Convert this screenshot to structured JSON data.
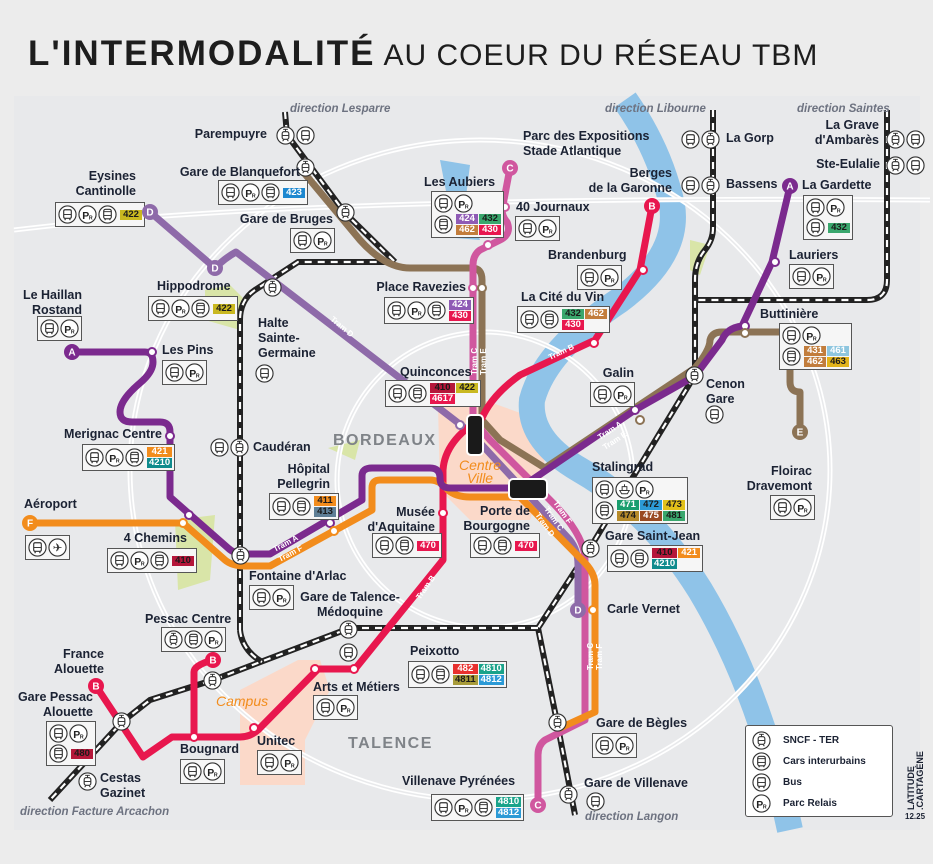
{
  "title": {
    "bold": "L'INTERMODALITÉ",
    "rest": "AU COEUR DU RÉSEAU TBM"
  },
  "directions": [
    "direction Lesparre",
    "direction Libourne",
    "direction Saintes",
    "direction Facture Arcachon",
    "direction Langon"
  ],
  "areas": {
    "bordeaux": "BORDEAUX",
    "talence": "TALENCE",
    "campus": "Campus",
    "centre": "Centre\nVille"
  },
  "tram_lines": [
    {
      "letter": "A",
      "label": "Tram A",
      "color": "#7b2a8e"
    },
    {
      "letter": "B",
      "label": "Tram B",
      "color": "#e8174e"
    },
    {
      "letter": "C",
      "label": "Tram C",
      "color": "#d0579f"
    },
    {
      "letter": "D",
      "label": "Tram D",
      "color": "#8e6aa9"
    },
    {
      "letter": "E",
      "label": "Tram E",
      "color": "#8c7355"
    },
    {
      "letter": "F",
      "label": "Tram F",
      "color": "#f28c1c"
    }
  ],
  "badge_colors": {
    "410": [
      "#b5173a",
      "#1a1a1a"
    ],
    "411": [
      "#f28c1c",
      "#1a1a1a"
    ],
    "413": [
      "#5f7f96",
      "#1a1a1a"
    ],
    "421": [
      "#f28c1c",
      "#ffffff"
    ],
    "4210": [
      "#0f8b8d",
      "#ffffff"
    ],
    "422": [
      "#c9b820",
      "#1a1a1a"
    ],
    "423": [
      "#1e88d0",
      "#ffffff"
    ],
    "424": [
      "#8f5bb5",
      "#ffffff"
    ],
    "430": [
      "#e8174e",
      "#ffffff"
    ],
    "431": [
      "#c27d3c",
      "#ffffff"
    ],
    "432": [
      "#3aa76d",
      "#1a1a1a"
    ],
    "461": [
      "#8ec6df",
      "#ffffff"
    ],
    "462": [
      "#c27d3c",
      "#ffffff"
    ],
    "463": [
      "#e2b31a",
      "#1a1a1a"
    ],
    "470": [
      "#e8174e",
      "#ffffff"
    ],
    "471": [
      "#1a9e6e",
      "#ffffff"
    ],
    "472": [
      "#2c9ad6",
      "#1a1a1a"
    ],
    "473": [
      "#e2c11a",
      "#1a1a1a"
    ],
    "474": [
      "#b68a2a",
      "#1a1a1a"
    ],
    "475": [
      "#9a4a22",
      "#ffffff"
    ],
    "481": [
      "#3aa76d",
      "#1a1a1a"
    ],
    "482": [
      "#e8302e",
      "#ffffff"
    ],
    "4810": [
      "#1aa38a",
      "#ffffff"
    ],
    "4811": [
      "#a89c3a",
      "#1a1a1a"
    ],
    "4812": [
      "#2c9ad6",
      "#ffffff"
    ],
    "480": [
      "#b5173a",
      "#1a1a1a"
    ],
    "4617": [
      "#e8174e",
      "#ffffff"
    ]
  },
  "stations": [
    {
      "name": "Parempuyre",
      "icons": [
        "train",
        "bus"
      ]
    },
    {
      "name": "Gare de Blanquefort",
      "box": [
        [
          "bus",
          "pr",
          "car",
          [
            "423"
          ]
        ]
      ]
    },
    {
      "name": "Gare de Bruges",
      "box": [
        [
          "bus",
          "pr"
        ]
      ]
    },
    {
      "name": "Eysines\nCantinolle",
      "box": [
        [
          "bus",
          "pr",
          "car",
          [
            "422"
          ]
        ]
      ]
    },
    {
      "name": "Hippodrome",
      "box": [
        [
          "bus",
          "pr",
          "car",
          [
            "422"
          ]
        ]
      ]
    },
    {
      "name": "Halte\nSainte-\nGermaine",
      "icons": [
        "bus"
      ]
    },
    {
      "name": "Le Haillan\nRostand",
      "box": [
        [
          "bus",
          "pr"
        ]
      ]
    },
    {
      "name": "Les Pins",
      "box": [
        [
          "bus",
          "pr"
        ]
      ]
    },
    {
      "name": "Merignac Centre",
      "box": [
        [
          "bus",
          "pr",
          "car",
          [
            "421",
            "4210"
          ]
        ]
      ]
    },
    {
      "name": "Caudéran",
      "icons": [
        "bus",
        "train"
      ]
    },
    {
      "name": "Hôpital\nPellegrin",
      "box": [
        [
          "bus",
          "car",
          [
            "411",
            "413"
          ]
        ]
      ]
    },
    {
      "name": "Aéroport",
      "box": [
        [
          "bus",
          "plane"
        ]
      ]
    },
    {
      "name": "4 Chemins",
      "box": [
        [
          "bus",
          "pr",
          "car",
          [
            "410"
          ]
        ]
      ]
    },
    {
      "name": "Fontaine d'Arlac",
      "box": [
        [
          "bus",
          "pr"
        ]
      ]
    },
    {
      "name": "Gare de Talence-\nMédoquine",
      "icons": [
        "train",
        "bus"
      ]
    },
    {
      "name": "Pessac Centre",
      "box": [
        [
          "train",
          "car",
          "pr"
        ]
      ]
    },
    {
      "name": "France\nAlouette"
    },
    {
      "name": "Gare Pessac\nAlouette",
      "box": [
        [
          "bus",
          "pr"
        ],
        [
          "car",
          [
            "480"
          ]
        ]
      ]
    },
    {
      "name": "Cestas\nGazinet",
      "icons": [
        "train"
      ]
    },
    {
      "name": "Bougnard",
      "box": [
        [
          "bus",
          "pr"
        ]
      ]
    },
    {
      "name": "Unitec",
      "box": [
        [
          "bus",
          "pr"
        ]
      ]
    },
    {
      "name": "Arts et Métiers",
      "box": [
        [
          "bus",
          "pr"
        ]
      ]
    },
    {
      "name": "Peixotto",
      "box": [
        [
          "bus",
          "car",
          [
            "482",
            "4810",
            "4811",
            "4812"
          ]
        ]
      ]
    },
    {
      "name": "Villenave Pyrénées",
      "box": [
        [
          "bus",
          "pr",
          "car",
          [
            "4810",
            "4812"
          ]
        ]
      ]
    },
    {
      "name": "Gare de Bègles",
      "box": [
        [
          "bus",
          "pr"
        ]
      ]
    },
    {
      "name": "Gare de Villenave",
      "icons": [
        "bus"
      ]
    },
    {
      "name": "Carle Vernet"
    },
    {
      "name": "Gare Saint-Jean",
      "box": [
        [
          "bus",
          "car",
          [
            "410",
            "421",
            "4210"
          ]
        ]
      ]
    },
    {
      "name": "Stalingrad",
      "box": [
        [
          "bus",
          "boat",
          "pr"
        ],
        [
          "car",
          [
            "471",
            "472",
            "473",
            "474",
            "475",
            "481"
          ]
        ]
      ]
    },
    {
      "name": "Floirac\nDravemont",
      "box": [
        [
          "bus",
          "pr"
        ]
      ]
    },
    {
      "name": "Cenon\nGare",
      "icons": [
        "bus"
      ]
    },
    {
      "name": "Galin",
      "box": [
        [
          "bus",
          "pr"
        ]
      ]
    },
    {
      "name": "Buttinière",
      "box": [
        [
          "bus",
          "pr"
        ],
        [
          "car",
          [
            "431",
            "461",
            "462",
            "463"
          ]
        ]
      ]
    },
    {
      "name": "Lauriers",
      "box": [
        [
          "bus",
          "pr"
        ]
      ]
    },
    {
      "name": "La Gardette",
      "box": [
        [
          "bus",
          "pr"
        ],
        [
          "bus",
          [
            "432"
          ]
        ]
      ]
    },
    {
      "name": "Ste-Eulalie",
      "icons": [
        "train",
        "bus"
      ]
    },
    {
      "name": "La Grave\nd'Ambarès",
      "icons": [
        "train",
        "bus"
      ]
    },
    {
      "name": "La Gorp",
      "icons": [
        "bus",
        "train"
      ]
    },
    {
      "name": "Bassens",
      "icons": [
        "bus",
        "train"
      ]
    },
    {
      "name": "Berges\nde la Garonne"
    },
    {
      "name": "Parc des Expositions\nStade Atlantique"
    },
    {
      "name": "40 Journaux",
      "box": [
        [
          "bus",
          "pr"
        ]
      ]
    },
    {
      "name": "Les Aubiers",
      "box": [
        [
          "bus",
          "pr"
        ],
        [
          "car",
          [
            "424",
            "432",
            "462",
            "430"
          ]
        ]
      ]
    },
    {
      "name": "Brandenburg",
      "box": [
        [
          "bus",
          "pr"
        ]
      ]
    },
    {
      "name": "La Cité du Vin",
      "box": [
        [
          "bus",
          "car",
          [
            "432",
            "462",
            "430"
          ]
        ]
      ]
    },
    {
      "name": "Place Ravezies",
      "box": [
        [
          "bus",
          "pr",
          "car",
          [
            "424",
            "430"
          ]
        ]
      ]
    },
    {
      "name": "Quinconces",
      "box": [
        [
          "bus",
          "car",
          [
            "410",
            "422",
            "4617"
          ]
        ]
      ]
    },
    {
      "name": "Musée\nd'Aquitaine",
      "box": [
        [
          "bus",
          "car",
          [
            "470"
          ]
        ]
      ]
    },
    {
      "name": "Porte de\nBourgogne",
      "box": [
        [
          "bus",
          "car",
          [
            "470"
          ]
        ]
      ]
    }
  ],
  "legend": [
    {
      "icon": "train",
      "label": "SNCF - TER"
    },
    {
      "icon": "car",
      "label": "Cars interurbains"
    },
    {
      "icon": "bus",
      "label": "Bus"
    },
    {
      "icon": "pr",
      "label": "Parc Relais"
    }
  ],
  "credit": {
    "logo_text": "LATITUDE\n.CARTAGÈNE",
    "date": "12.25"
  }
}
